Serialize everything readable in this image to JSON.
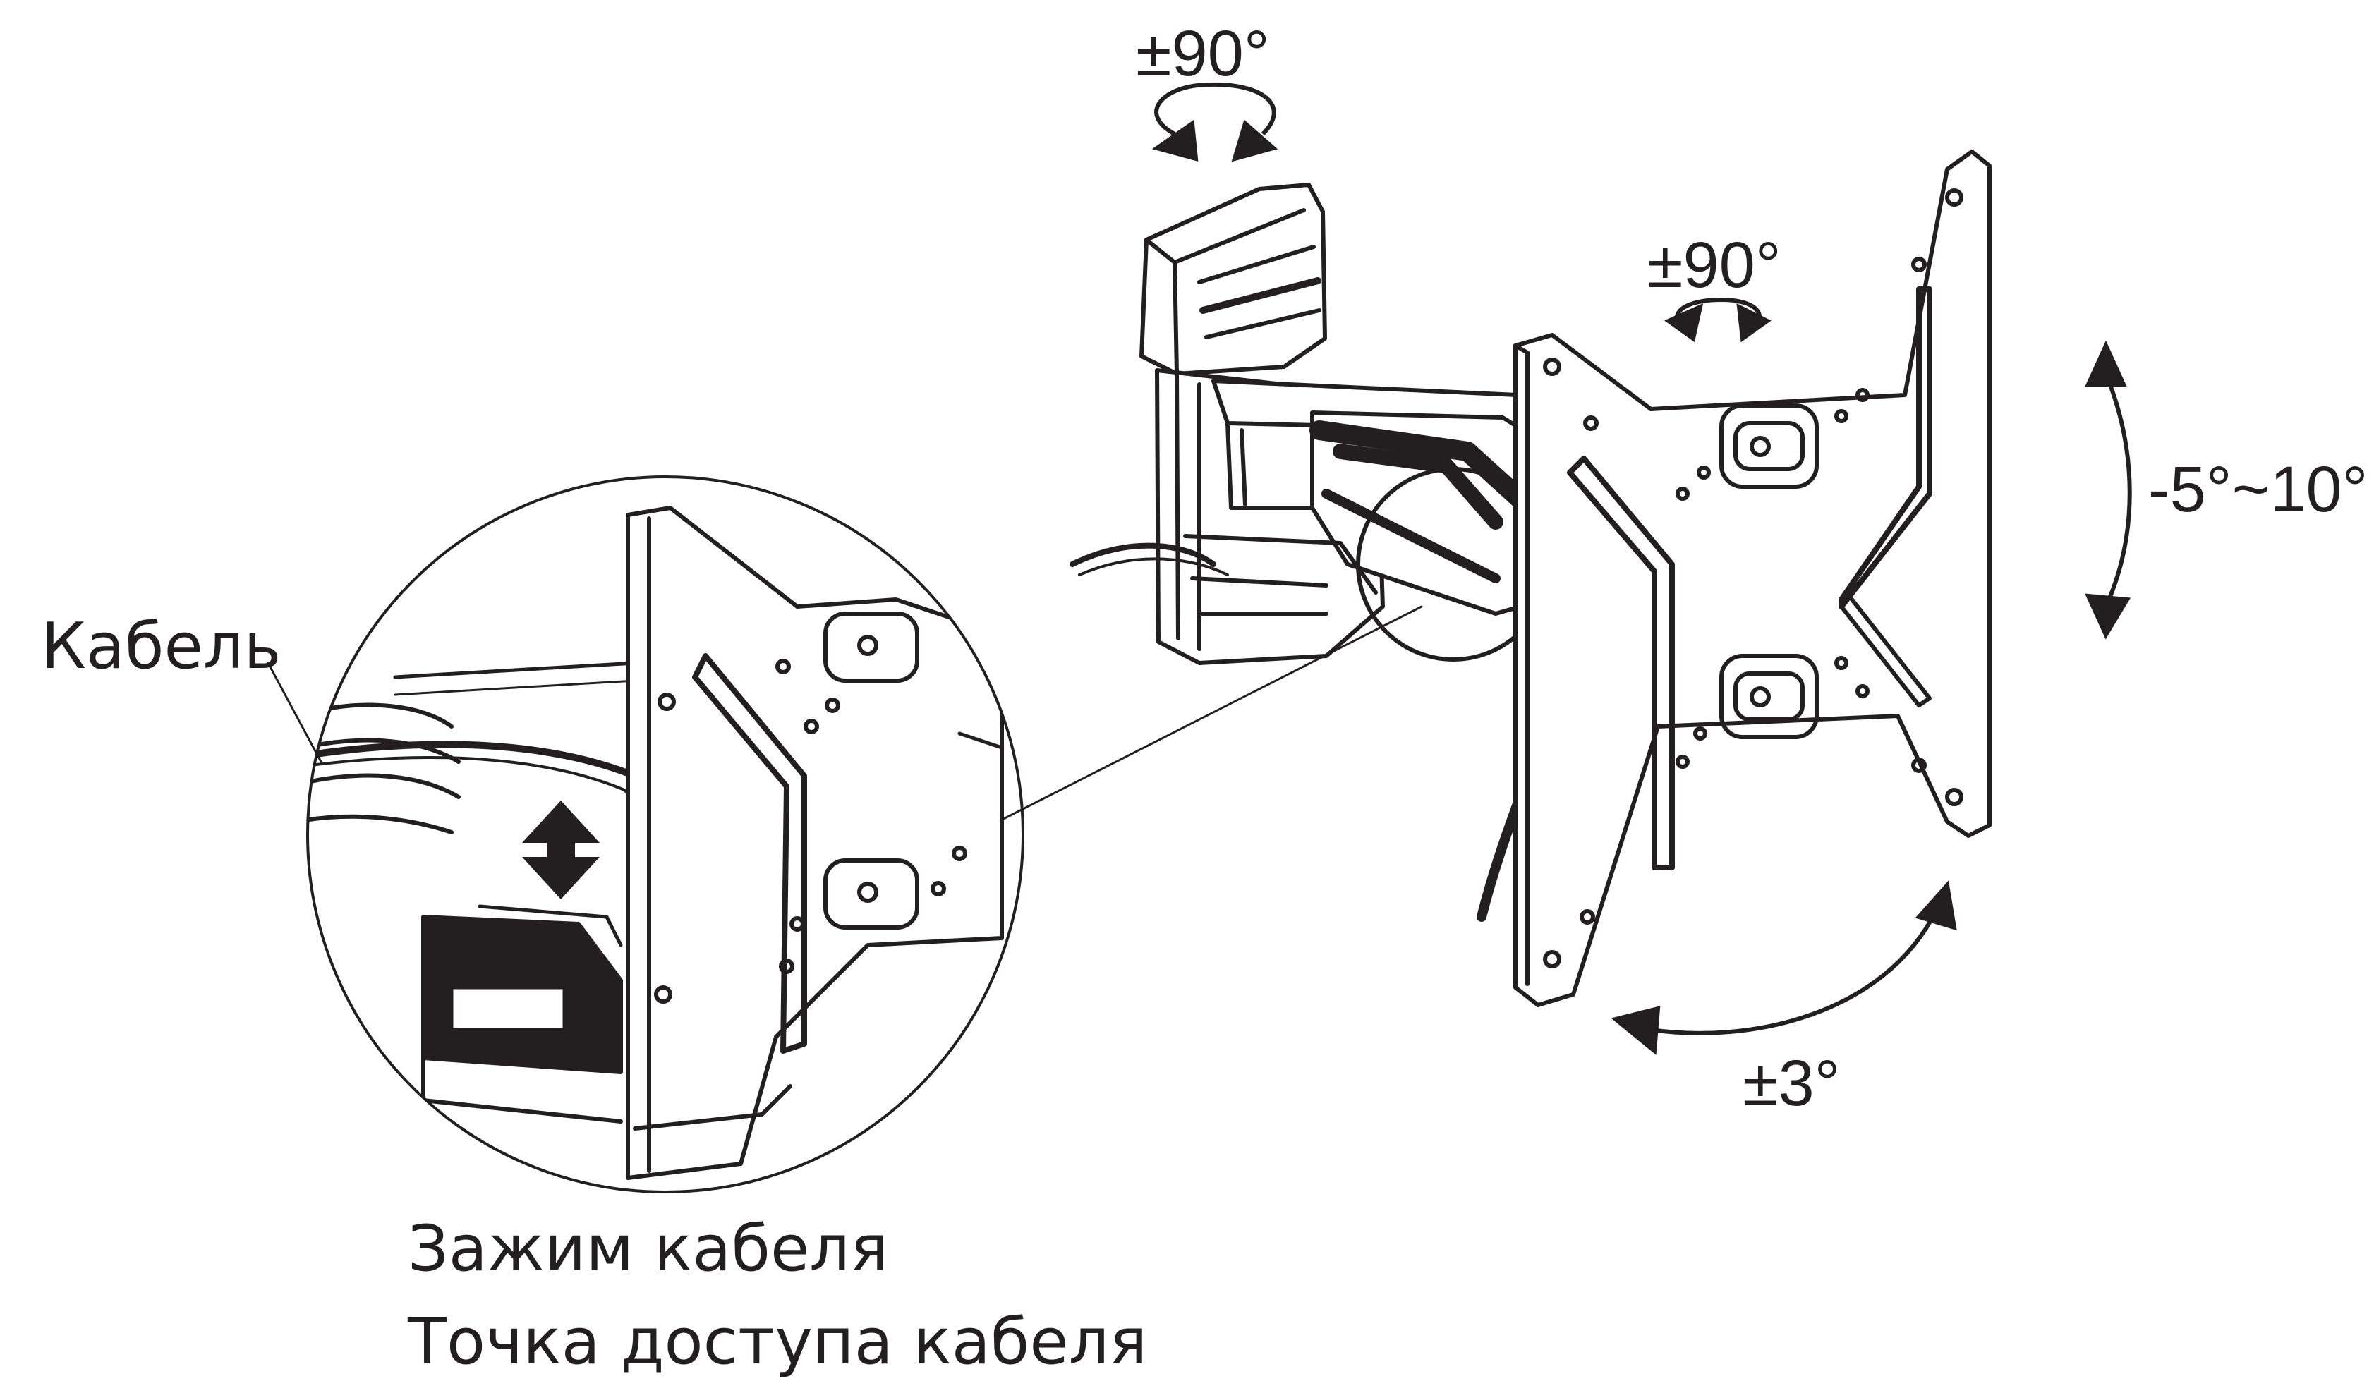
{
  "labels": {
    "cable": "Кабель",
    "cable_clamp": "Зажим кабеля",
    "cable_access_point": "Точка доступа кабеля",
    "swivel_top": "±90°",
    "rotation": "±90°",
    "tilt": "-5°~10°",
    "level_adjust": "±3°"
  },
  "colors": {
    "line": "#231f20",
    "background": "#ffffff"
  }
}
